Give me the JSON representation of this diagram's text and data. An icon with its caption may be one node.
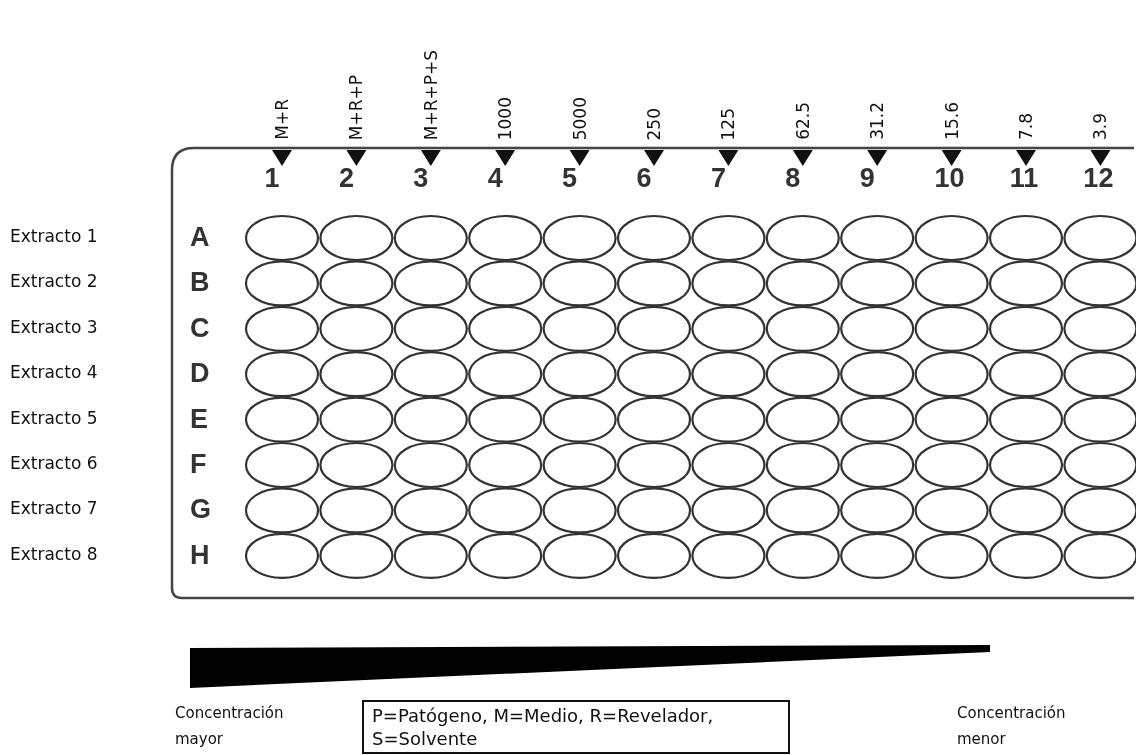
{
  "diagram": {
    "nodes": [
      {
        "text": [],
        "shape": "box"
      },
      {
        "text": [
          "P=Patógeno, M=Medio, R=Revelador, S=Solvente"
        ]
      }
    ],
    "labels": [
      "M+R",
      "M+R+P",
      "M+R+P+S",
      "1000",
      "5000",
      "250",
      "125",
      "62.5",
      "31.2",
      "15.6",
      "7.8",
      "3.9",
      "1",
      "2",
      "3",
      "4",
      "5",
      "6",
      "7",
      "8",
      "9",
      "10",
      "11",
      "12",
      "Extracto 1",
      "A",
      "Extracto 2",
      "B",
      "Extracto 3",
      "C",
      "Extracto 4",
      "D",
      "Extracto 5",
      "E",
      "Extracto 6",
      "F",
      "Extracto 7",
      "G",
      "Extracto 8",
      "H",
      "Concentración mayor",
      "Concentración menor"
    ]
  }
}
